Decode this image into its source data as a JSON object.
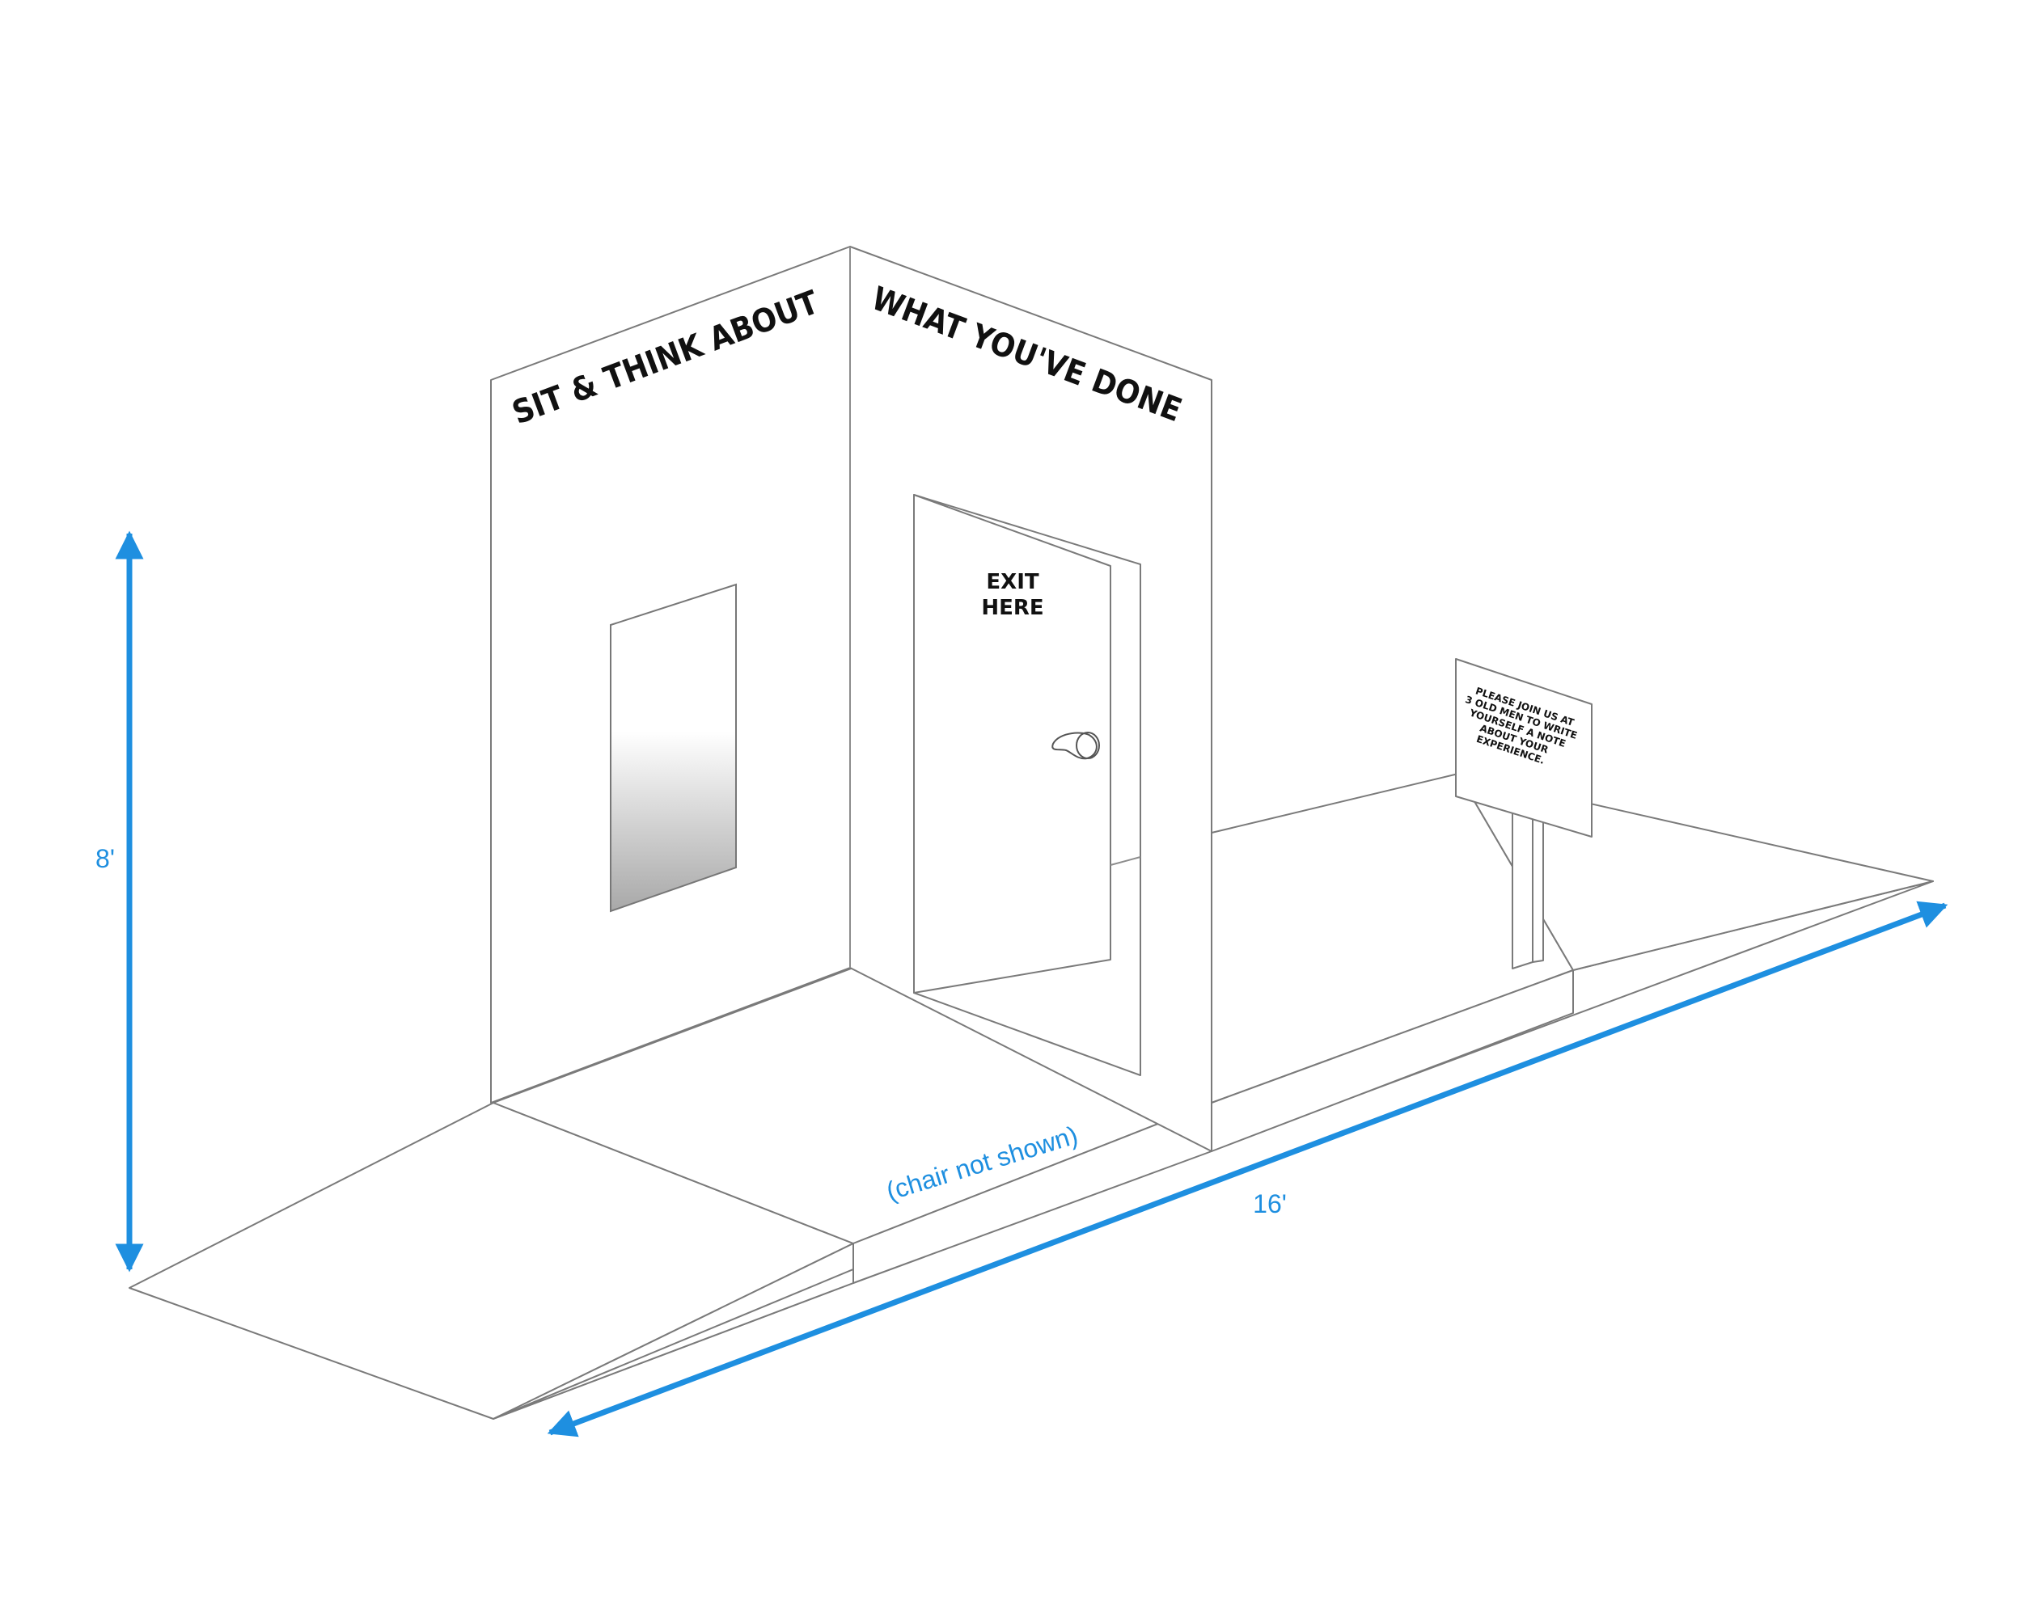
{
  "wall_left_text": "SIT & THINK ABOUT",
  "wall_right_text": "WHAT YOU'VE DONE",
  "door_sign": {
    "line1": "EXIT",
    "line2": "HERE"
  },
  "signpost": {
    "lines": [
      "PLEASE JOIN US AT",
      "3 OLD MEN TO WRITE",
      "YOURSELF A NOTE",
      "ABOUT YOUR",
      "EXPERIENCE."
    ]
  },
  "dimensions": {
    "height_label": "8'",
    "length_label": "16'"
  },
  "note": "(chair not shown)",
  "colors": {
    "dimension": "#1e8fe0",
    "outline": "#8c8c8c",
    "text": "#111111"
  }
}
